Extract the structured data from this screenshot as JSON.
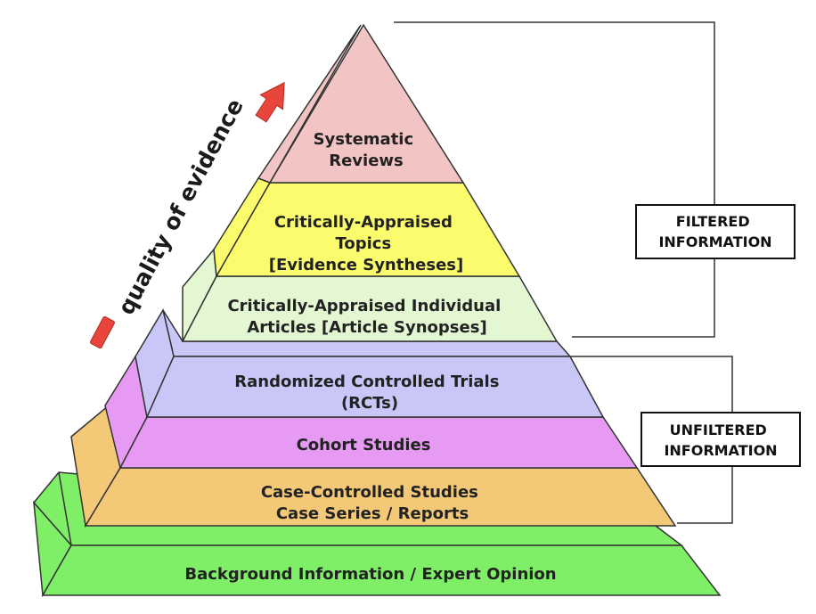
{
  "pyramid": {
    "levels": [
      {
        "lines": [
          "Systematic",
          "Reviews"
        ],
        "color": "#f2c4c4"
      },
      {
        "lines": [
          "Critically-Appraised",
          "Topics",
          "[Evidence Syntheses]"
        ],
        "color": "#fbfb6e"
      },
      {
        "lines": [
          "Critically-Appraised Individual",
          "Articles [Article Synopses]"
        ],
        "color": "#e3f7d2"
      },
      {
        "lines": [
          "Randomized Controlled Trials",
          "(RCTs)"
        ],
        "color": "#c9c7f7"
      },
      {
        "lines": [
          "Cohort Studies"
        ],
        "color": "#e79af3"
      },
      {
        "lines": [
          "Case-Controlled Studies",
          "Case Series / Reports"
        ],
        "color": "#f3c978"
      },
      {
        "lines": [
          "Background Information / Expert Opinion"
        ],
        "color": "#7fef68"
      }
    ]
  },
  "arrow": {
    "label": "quality of evidence",
    "color": "#e8453c"
  },
  "brackets": {
    "filtered": {
      "lines": [
        "FILTERED",
        "INFORMATION"
      ]
    },
    "unfiltered": {
      "lines": [
        "UNFILTERED",
        "INFORMATION"
      ]
    }
  }
}
